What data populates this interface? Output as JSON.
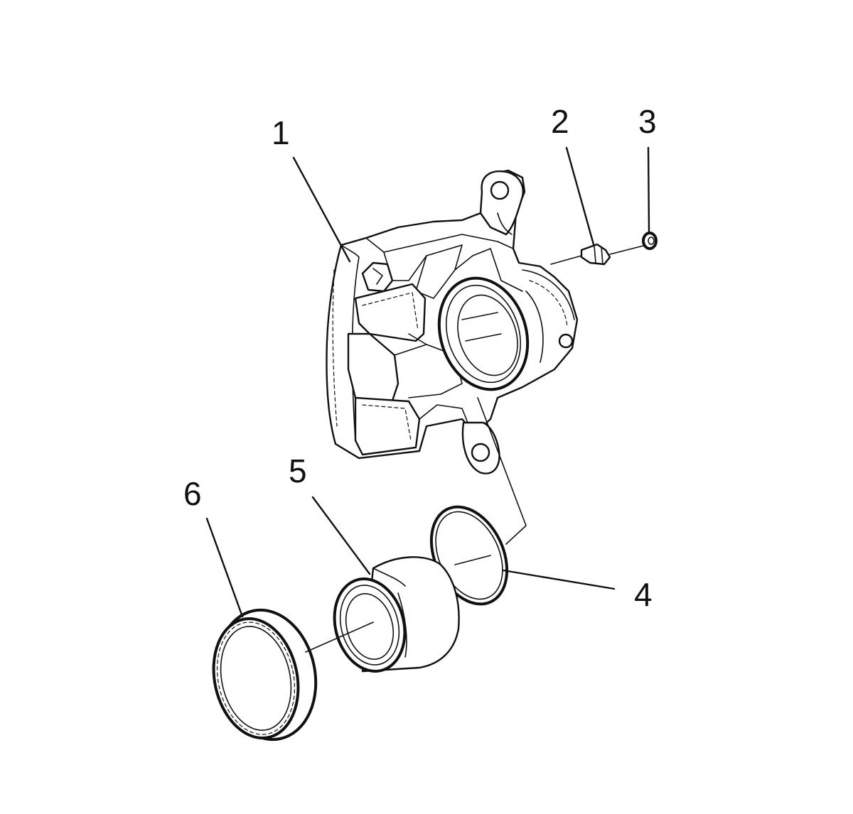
{
  "diagram": {
    "callouts": [
      {
        "id": "1",
        "label": "1"
      },
      {
        "id": "2",
        "label": "2"
      },
      {
        "id": "3",
        "label": "3"
      },
      {
        "id": "4",
        "label": "4"
      },
      {
        "id": "5",
        "label": "5"
      },
      {
        "id": "6",
        "label": "6"
      }
    ],
    "colors": {
      "ink": "#111111",
      "background": "#ffffff"
    }
  }
}
